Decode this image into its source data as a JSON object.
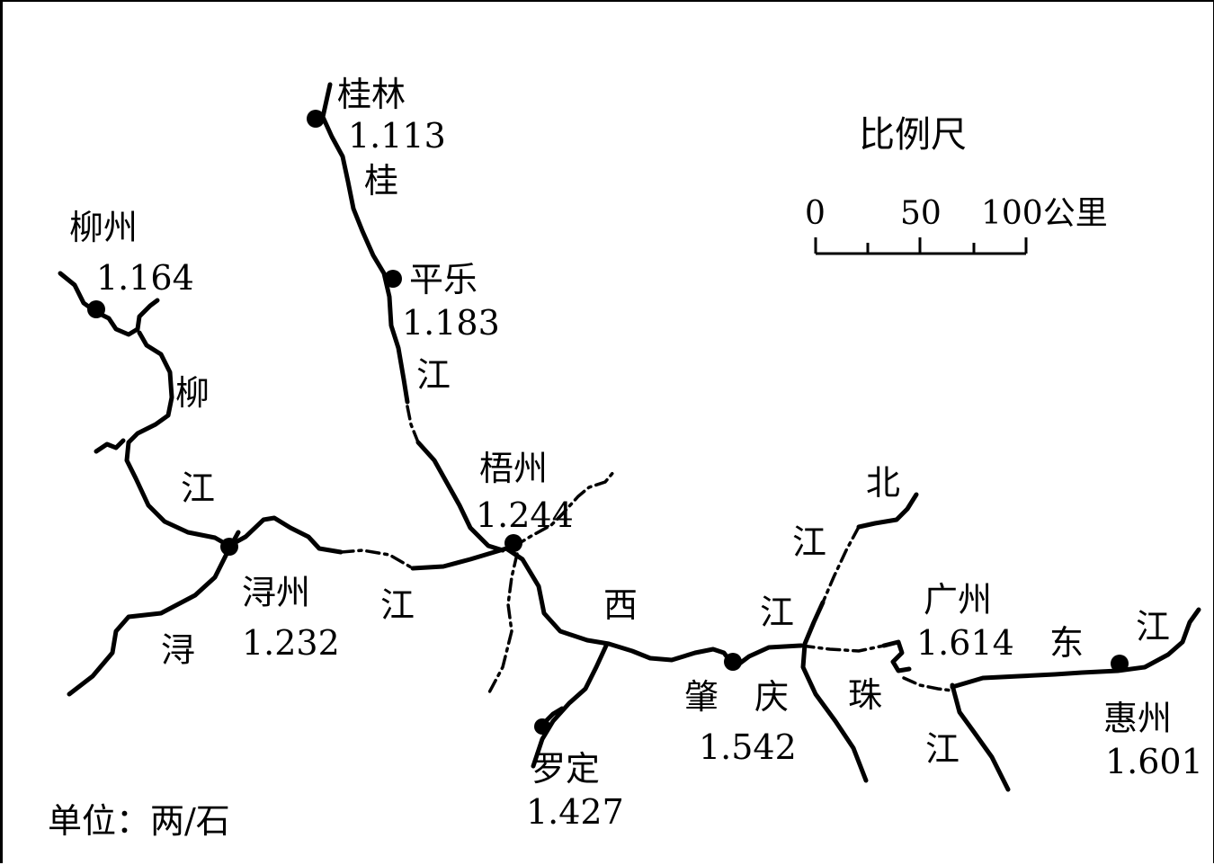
{
  "cities": {
    "guilin": {
      "name": "桂林",
      "price": "1.113"
    },
    "liuzhou": {
      "name": "柳州",
      "price": "1.164"
    },
    "pingle": {
      "name": "平乐",
      "price": "1.183"
    },
    "wuzhou": {
      "name": "梧州",
      "price": "1.244"
    },
    "xunzhou": {
      "name": "浔州",
      "price": "1.232"
    },
    "luoding": {
      "name": "罗定",
      "price": "1.427"
    },
    "zhaoqing": {
      "name": "肇",
      "name2": "庆",
      "price": "1.542"
    },
    "guangzhou": {
      "name": "广州",
      "price": "1.614"
    },
    "huizhou": {
      "name": "惠州",
      "price": "1.601"
    }
  },
  "rivers": {
    "guijiang": [
      "桂",
      "江"
    ],
    "liujiang": [
      "柳",
      "江"
    ],
    "xunjiang": [
      "浔"
    ],
    "xijiang": [
      "江",
      "西",
      "江"
    ],
    "beijiang": [
      "北",
      "江"
    ],
    "zhujiang": [
      "珠",
      "江"
    ],
    "dongjiang": [
      "东",
      "江"
    ]
  },
  "scale": {
    "title": "比例尺",
    "ticks": [
      "0",
      "50",
      "100公里"
    ]
  },
  "unit": "单位：两/石",
  "colors": {
    "ink": "#000000",
    "background": "#ffffff"
  }
}
